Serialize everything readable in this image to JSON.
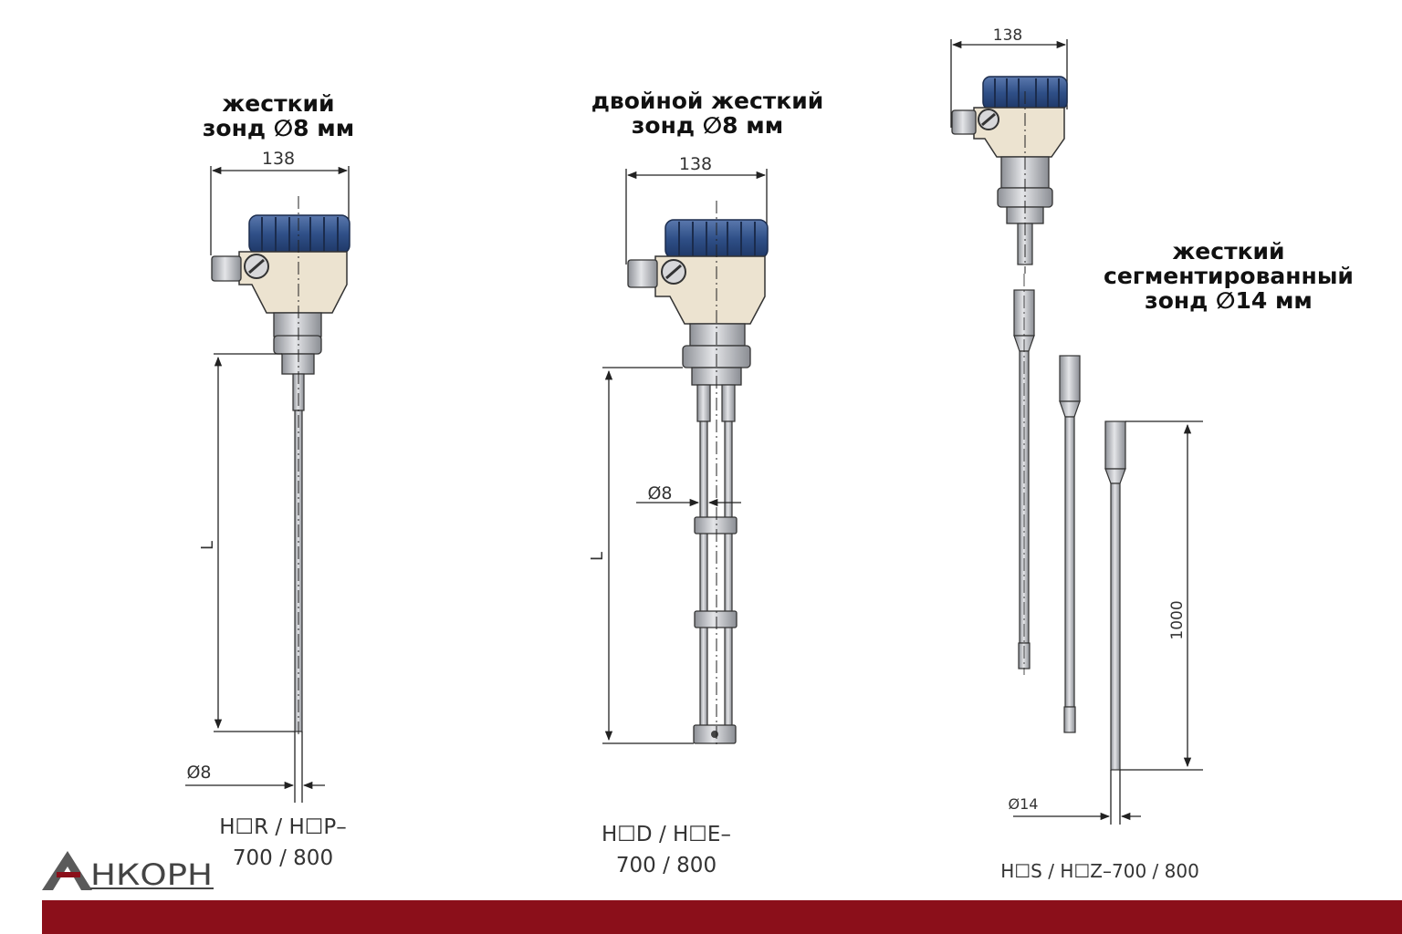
{
  "probes": [
    {
      "title_line1": "жесткий",
      "title_line2": "зонд ∅8 мм",
      "dim_width": "138",
      "dim_length": "L",
      "dim_diameter": "Ø8",
      "model_line1": "H☐R / H☐P–",
      "model_line2": "700 / 800"
    },
    {
      "title_line1": "двойной жесткий",
      "title_line2": "зонд ∅8 мм",
      "dim_width": "138",
      "dim_length": "L",
      "dim_diameter": "Ø8",
      "model_line1": "H☐D / H☐E–",
      "model_line2": "700 / 800"
    },
    {
      "title_line1": "жесткий",
      "title_line2": "сегментированный",
      "title_line3": "зонд ∅14 мм",
      "dim_width": "138",
      "dim_length": "1000",
      "dim_diameter": "Ø14",
      "model_line1": "H☐S / H☐Z–700 / 800"
    }
  ],
  "logo": {
    "text": "НКОРН",
    "letter": "А"
  },
  "colors": {
    "accent": "#8b0f1a",
    "cap": "#2f4f87",
    "housing": "#ece3d0",
    "metal": "#c4c6ca"
  }
}
